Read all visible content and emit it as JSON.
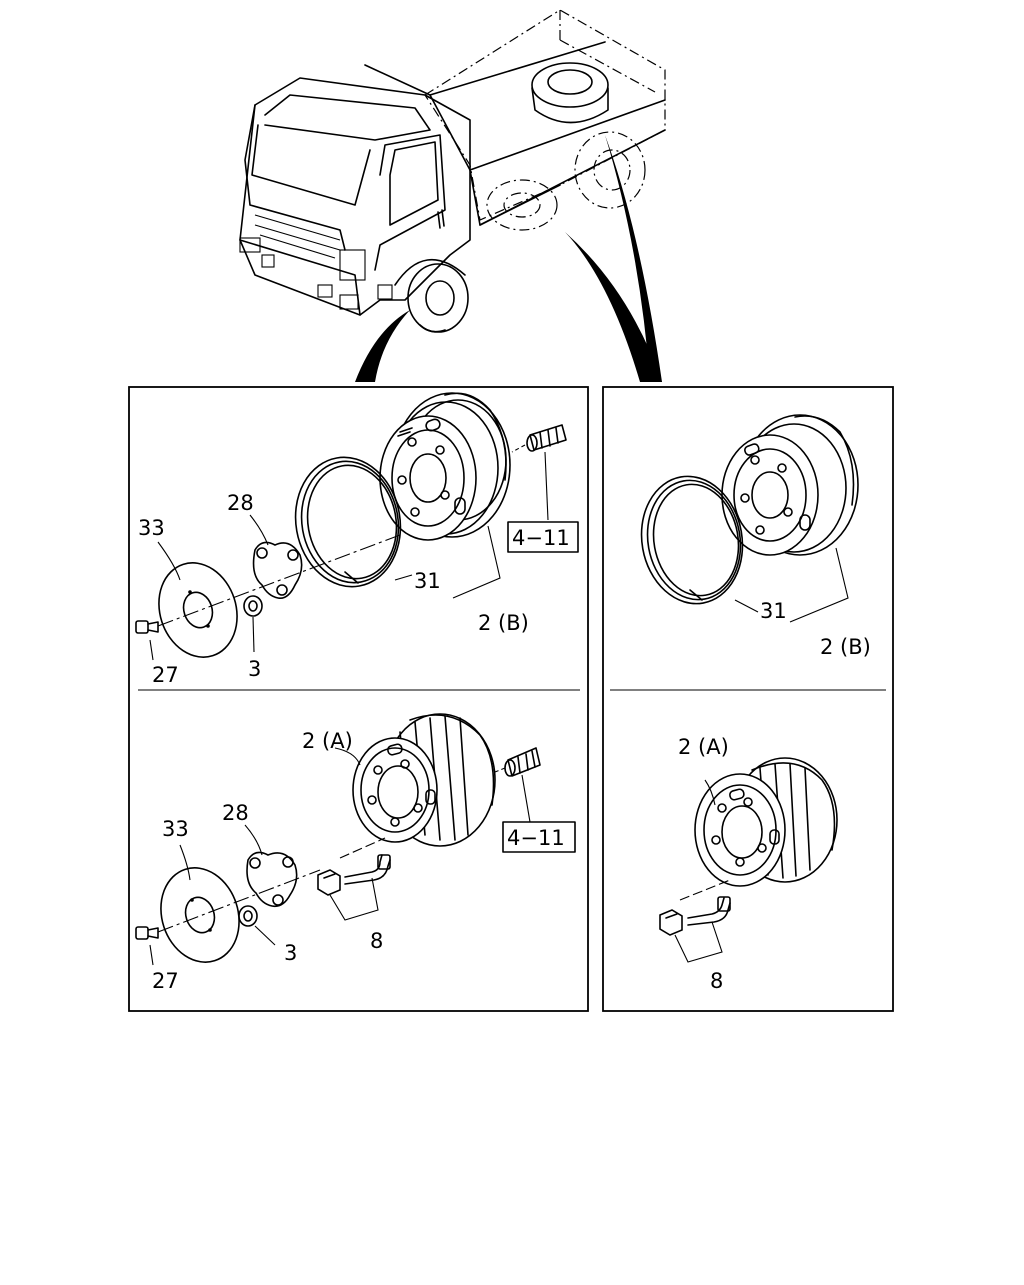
{
  "callouts": {
    "tl_33": "33",
    "tl_28": "28",
    "tl_27": "27",
    "tl_3": "3",
    "tl_31": "31",
    "tl_2b": "2 (B)",
    "tl_ref": "4−11",
    "bl_2a": "2 (A)",
    "bl_33": "33",
    "bl_28": "28",
    "bl_27": "27",
    "bl_3": "3",
    "bl_8": "8",
    "bl_ref": "4−11",
    "tr_31": "31",
    "tr_2b": "2 (B)",
    "br_2a": "2 (A)",
    "br_8": "8"
  }
}
